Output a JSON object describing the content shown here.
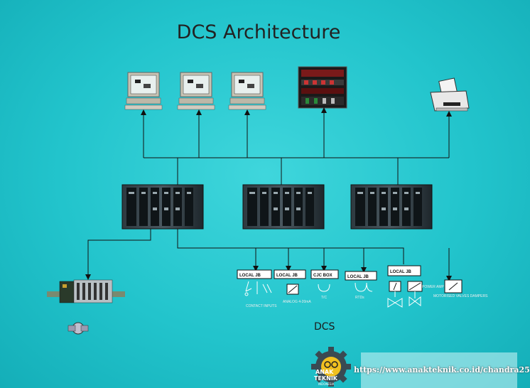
{
  "title": "DCS Architecture",
  "caption": "DCS",
  "watermark": {
    "url": "https://www.anakteknik.co.id/chandra25",
    "logo_line1": "ANAK",
    "logo_line2": "TEKNIK",
    "logo_line3": "INDONESIA"
  },
  "junction_boxes": [
    {
      "label": "LOCAL JB",
      "device_label": "CONTACT INPUTS"
    },
    {
      "label": "LOCAL JB",
      "device_label": "ANALOG 4-20mA"
    },
    {
      "label": "CJC BOX",
      "device_label": "T/C"
    },
    {
      "label": "LOCAL JB",
      "device_label": "RTDs"
    },
    {
      "label": "LOCAL JB",
      "device_label": "POWER AMP"
    }
  ],
  "field_devices": {
    "motorized": "MOTORISED VALVES DAMPERS"
  },
  "colors": {
    "background": "#22c4cc",
    "lines": "#111111",
    "title": "#222222"
  }
}
